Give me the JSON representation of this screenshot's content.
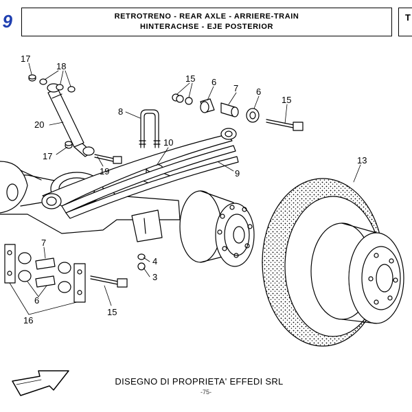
{
  "header": {
    "section_number": "9",
    "title_line1": "RETROTRENO - REAR AXLE - ARRIERE-TRAIN",
    "title_line2": "HINTERACHSE - EJE POSTERIOR",
    "side_box_text": "T"
  },
  "callouts": {
    "c17a": "17",
    "c18": "18",
    "c20": "20",
    "c17b": "17",
    "c19": "19",
    "c8": "8",
    "c10": "10",
    "c9": "9",
    "c15a": "15",
    "c6a": "6",
    "c7a": "7",
    "c6b": "6",
    "c15b": "15",
    "c13": "13",
    "c7b": "7",
    "c6c": "6",
    "c16": "16",
    "c15c": "15",
    "c4": "4",
    "c3": "3"
  },
  "footer": {
    "ownership": "DISEGNO DI PROPRIETA' EFFEDI SRL",
    "page": "-75-"
  },
  "colors": {
    "line": "#000000",
    "accent": "#1f3fb0"
  }
}
